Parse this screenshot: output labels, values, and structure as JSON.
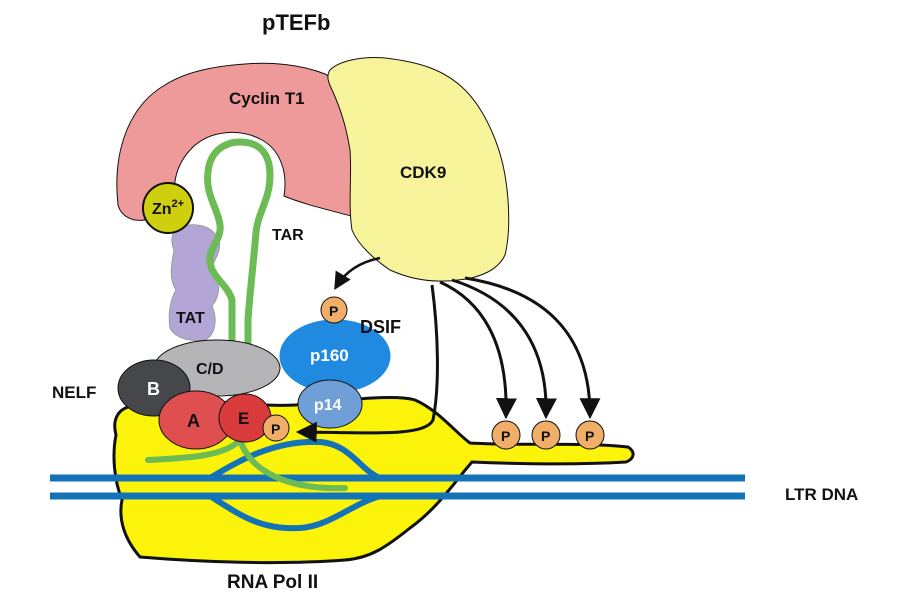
{
  "title": "pTEFb",
  "labels": {
    "cyclin": "Cyclin T1",
    "cdk9": "CDK9",
    "zn_base": "Zn",
    "zn_sup": "2+",
    "tar": "TAR",
    "tat": "TAT",
    "dsif": "DSIF",
    "p160": "p160",
    "p14": "p14",
    "nelf": "NELF",
    "cd": "C/D",
    "b": "B",
    "a": "A",
    "e": "E",
    "phospho": "P",
    "ltr_dna": "LTR DNA",
    "rnapol": "RNA Pol II"
  },
  "colors": {
    "cyclin": "#ef9a9a",
    "cdk9": "#f6f39a",
    "zinc": "#cfcf10",
    "tat": "#b3a6d6",
    "rna": "#6dbb55",
    "pol": "#fbf40a",
    "dna": "#1473b7",
    "p160": "#1f8ae0",
    "p14": "#6f9fd6",
    "cd": "#b5b5b7",
    "b": "#46474a",
    "a": "#e04f50",
    "e": "#d93a3c",
    "phospho": "#f1ae69"
  }
}
